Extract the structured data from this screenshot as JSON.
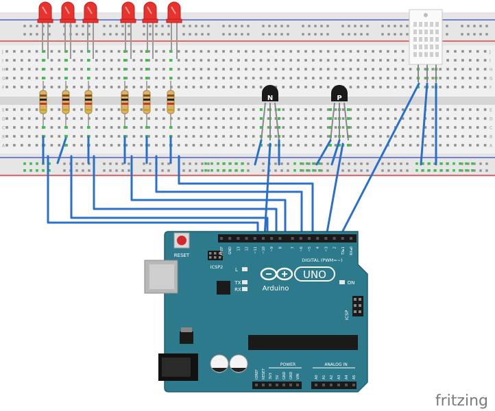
{
  "breadboard": {
    "row_letters": [
      "A",
      "B",
      "C",
      "D",
      "E",
      "F",
      "G",
      "H",
      "I",
      "J"
    ]
  },
  "leds": [
    {
      "id": "led-1",
      "color": "#e8322e"
    },
    {
      "id": "led-2",
      "color": "#e8322e"
    },
    {
      "id": "led-3",
      "color": "#e8322e"
    },
    {
      "id": "led-4",
      "color": "#e8322e"
    },
    {
      "id": "led-5",
      "color": "#e8322e"
    },
    {
      "id": "led-6",
      "color": "#e8322e"
    }
  ],
  "transistors": [
    {
      "id": "npn",
      "label": "N"
    },
    {
      "id": "pnp",
      "label": "P"
    }
  ],
  "arduino": {
    "reset_label": "RESET",
    "icsp2_label": "ICSP2",
    "icsp_label": "ICSP",
    "l_label": "L",
    "tx_label": "TX",
    "rx_label": "RX",
    "on_label": "ON",
    "uno_label": "UNO",
    "brand_label": "Arduino",
    "digital_label": "DIGITAL (PWM=~)",
    "power_label": "POWER",
    "analog_label": "ANALOG IN",
    "digital_pins": [
      "AREF",
      "GND",
      "13",
      "12",
      "~11",
      "~10",
      "~9",
      "8",
      "7",
      "~6",
      "~5",
      "4",
      "~3",
      "2",
      "TX▸1",
      "RX◂0"
    ],
    "power_pins": [
      "IOREF",
      "RESET",
      "3V3",
      "5V",
      "GND",
      "GND",
      "VIN"
    ],
    "analog_pins": [
      "A0",
      "A1",
      "A2",
      "A3",
      "A4",
      "A5"
    ],
    "board_color": "#2d7a8c"
  },
  "wire_color": "#2b6fc9",
  "watermark": "fritzing"
}
